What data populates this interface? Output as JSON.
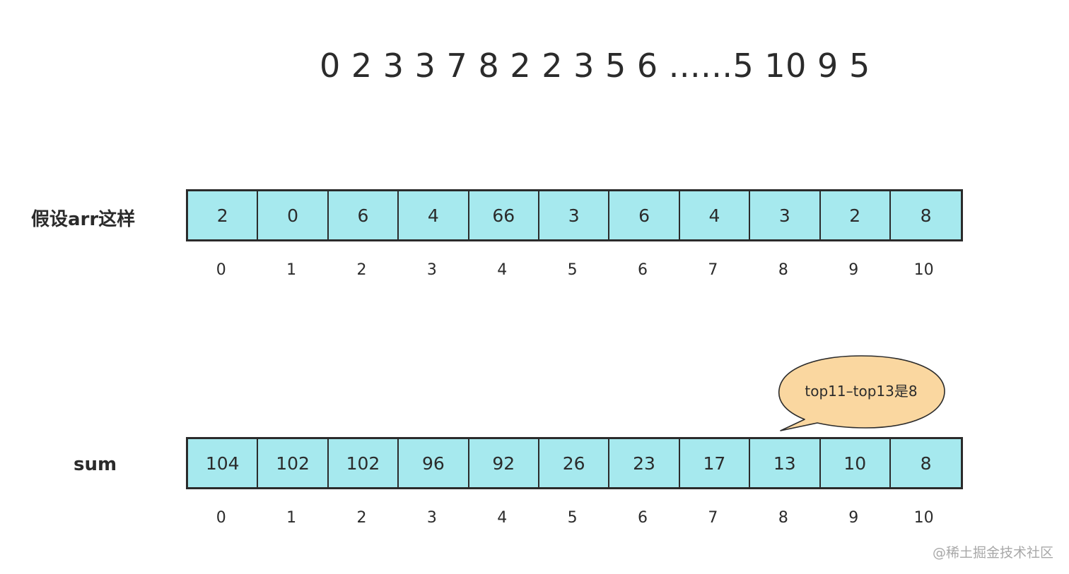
{
  "sequence_text": "0 2 3 3 7 8 2 2 3 5 6 ......5 10 9 5",
  "arr": {
    "label": "假设arr这样",
    "values": [
      "2",
      "0",
      "6",
      "4",
      "66",
      "3",
      "6",
      "4",
      "3",
      "2",
      "8"
    ],
    "indices": [
      "0",
      "1",
      "2",
      "3",
      "4",
      "5",
      "6",
      "7",
      "8",
      "9",
      "10"
    ]
  },
  "sum": {
    "label": "sum",
    "values": [
      "104",
      "102",
      "102",
      "96",
      "92",
      "26",
      "23",
      "17",
      "13",
      "10",
      "8"
    ],
    "indices": [
      "0",
      "1",
      "2",
      "3",
      "4",
      "5",
      "6",
      "7",
      "8",
      "9",
      "10"
    ]
  },
  "callout": {
    "text": "top11–top13是8"
  },
  "watermark": "@稀土掘金技术社区",
  "colors": {
    "cell_fill": "#a6e9ee",
    "bubble_fill": "#fad7a0",
    "stroke": "#2b2b2b"
  }
}
